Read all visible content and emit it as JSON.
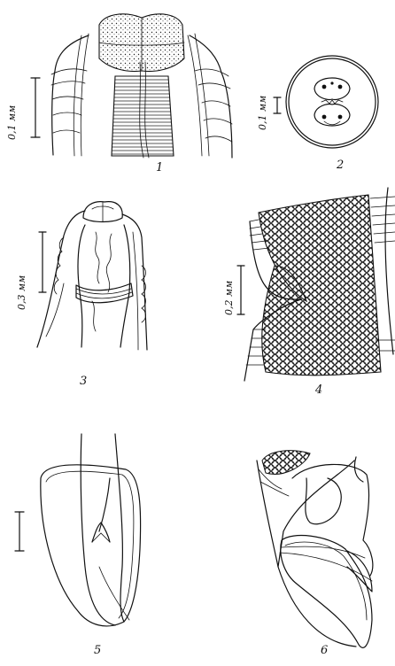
{
  "figures": [
    {
      "number": "1",
      "scale": "0,1 мм"
    },
    {
      "number": "2",
      "scale": "0,1 мм"
    },
    {
      "number": "3",
      "scale": "0,3 мм"
    },
    {
      "number": "4",
      "scale": "0,2 мм"
    },
    {
      "number": "5",
      "scale": ""
    },
    {
      "number": "6",
      "scale": ""
    }
  ]
}
